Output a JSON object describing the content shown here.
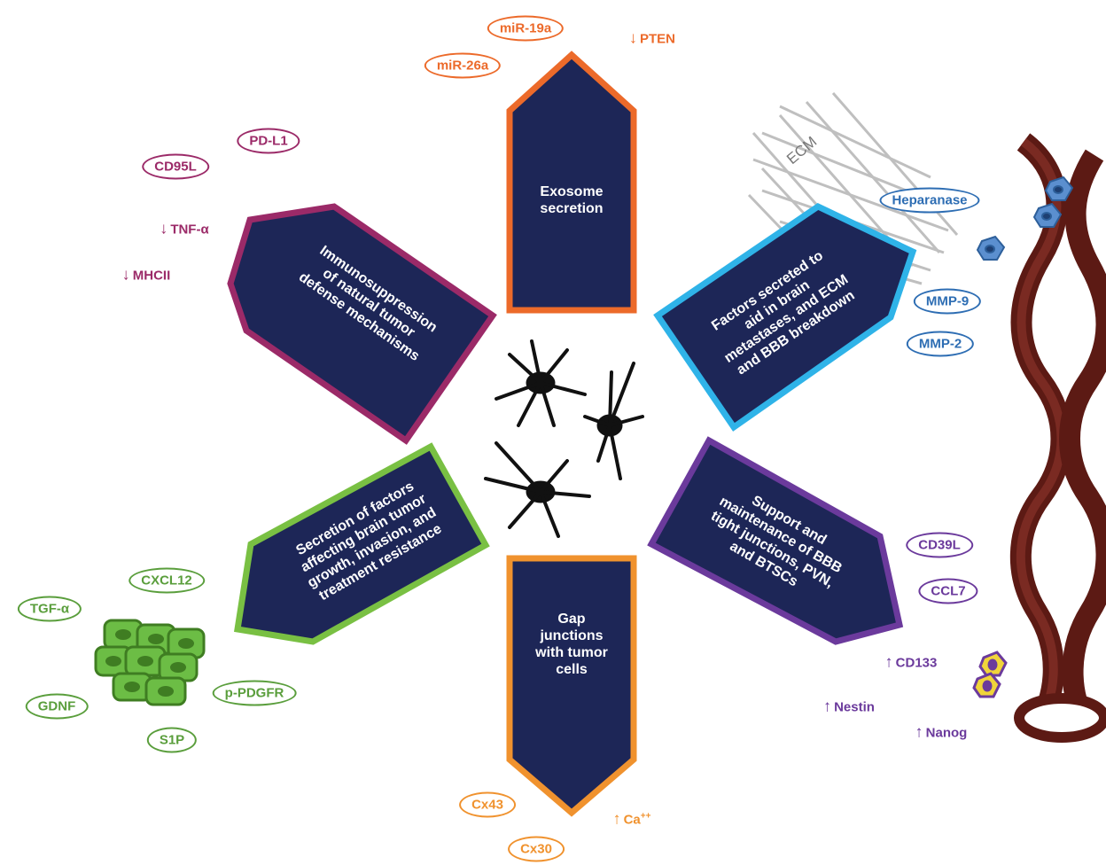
{
  "center": {
    "caption": ""
  },
  "arms": {
    "exosome": "Exosome\nsecretion",
    "immuno": "Immunosuppression\nof natural tumor\ndefense mechanisms",
    "factors_meta": "Factors secreted to\naid in brain\nmetastases, and ECM\nand BBB breakdown",
    "secretion": "Secretion of factors\naffecting brain tumor\ngrowth, invasion, and\ntreatment resistance",
    "support": "Support and\nmaintenance of BBB\ntight junctions, PVN,\nand BTSCs",
    "gap": "Gap\njunctions\nwith tumor\ncells"
  },
  "labels": {
    "mir19a": "miR-19a",
    "mir26a": "miR-26a",
    "pten": "PTEN",
    "pdl1": "PD-L1",
    "cd95l": "CD95L",
    "tnf": "TNF-α",
    "mhcii": "MHCII",
    "ecm": "ECM",
    "heparanase": "Heparanase",
    "mmp9": "MMP-9",
    "mmp2": "MMP-2",
    "cxcl12": "CXCL12",
    "tgfa": "TGF-α",
    "gdnf": "GDNF",
    "s1p": "S1P",
    "ppdgfr": "p-PDGFR",
    "cd39l": "CD39L",
    "ccl7": "CCL7",
    "cd133": "CD133",
    "nestin": "Nestin",
    "nanog": "Nanog",
    "cx43": "Cx43",
    "cx30": "Cx30",
    "ca": "Ca",
    "ca_sup": "++"
  },
  "icons": {
    "down": "↓",
    "up": "↑"
  },
  "colors": {
    "navy": "#1d2657",
    "orange": "#ec6a2a",
    "gold": "#f0922e",
    "magenta": "#9b2a68",
    "cyan": "#2fb3e8",
    "blue": "#2d6db3",
    "green": "#5a9e3c",
    "purple": "#6b3a9c",
    "vessel": "#5c1a14"
  }
}
